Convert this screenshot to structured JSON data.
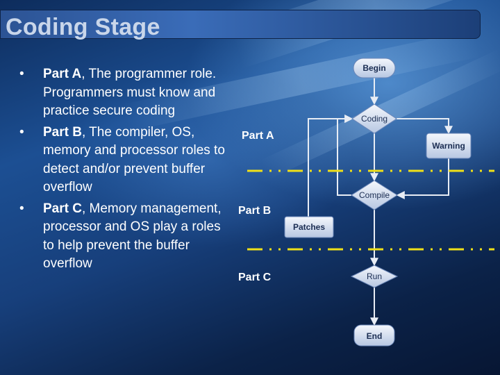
{
  "slide": {
    "title": "Coding Stage",
    "bullets": [
      {
        "bold": "Part A",
        "text": ", The programmer role. Programmers must know and practice secure coding"
      },
      {
        "bold": "Part B",
        "text": ", The compiler, OS, memory and processor roles to detect and/or prevent buffer overflow"
      },
      {
        "bold": "Part C",
        "text": ", Memory management, processor and OS play a roles to help prevent the buffer overflow"
      }
    ]
  },
  "diagram": {
    "parts": [
      "Part A",
      "Part B",
      "Part C"
    ],
    "nodes": {
      "begin": "Begin",
      "coding": "Coding",
      "warning": "Warning",
      "compile": "Compile",
      "patches": "Patches",
      "run": "Run",
      "end": "End"
    },
    "separator_color": "#f0e018"
  }
}
